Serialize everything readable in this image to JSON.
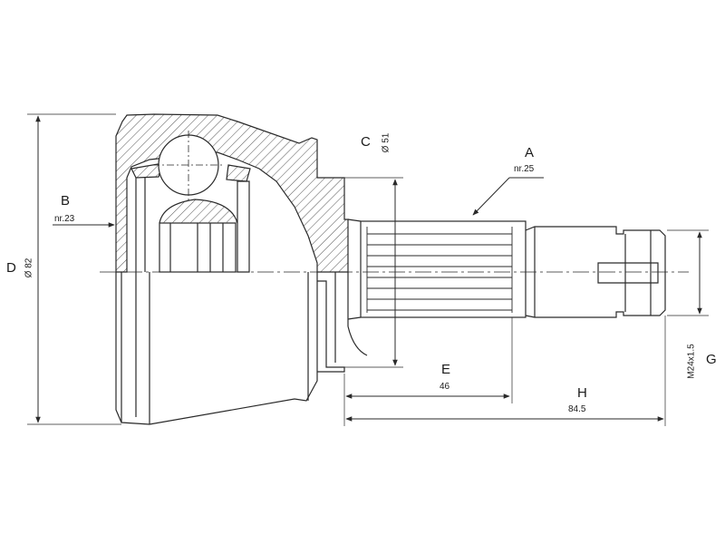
{
  "part": "CV joint drive shaft end",
  "colors": {
    "line": "#2a2a2a",
    "hatch": "#555555",
    "background": "#ffffff"
  },
  "dimensions": {
    "A": {
      "letter": "A",
      "value": "nr.25"
    },
    "B": {
      "letter": "B",
      "value": "nr.23"
    },
    "C": {
      "letter": "C",
      "value": "Ø 51"
    },
    "D": {
      "letter": "D",
      "value": "Ø 82"
    },
    "E": {
      "letter": "E",
      "value": "46"
    },
    "G": {
      "letter": "G",
      "value": "M24x1.5"
    },
    "H": {
      "letter": "H",
      "value": "84.5"
    }
  }
}
